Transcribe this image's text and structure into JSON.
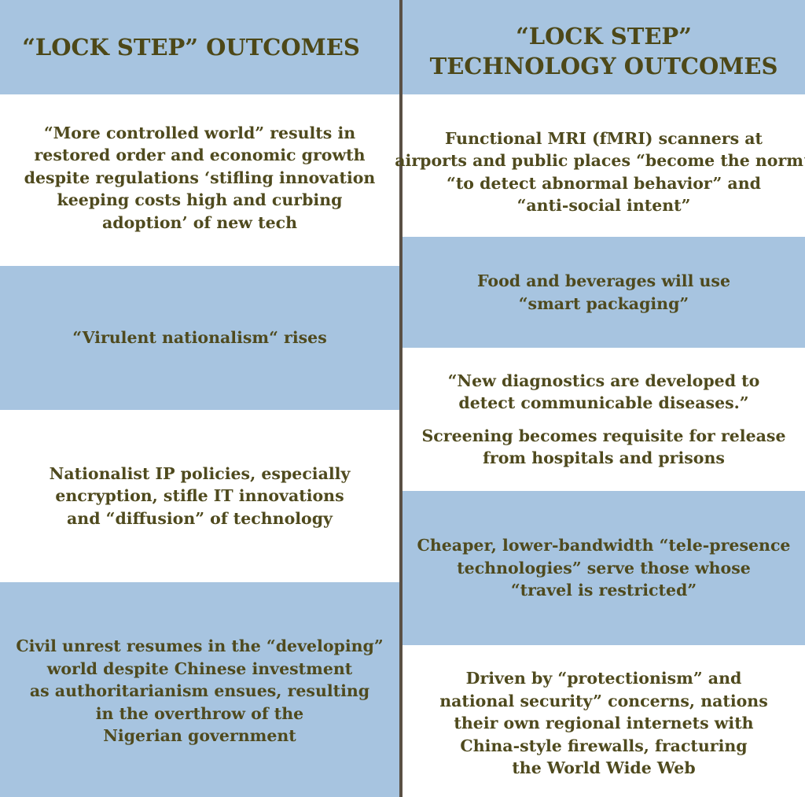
{
  "left": {
    "header": [
      "“LOCK STEP” OUTCOMES"
    ],
    "cells": [
      {
        "lines": [
          "“More controlled world” results in",
          "restored order and economic growth",
          "despite regulations ‘stifling innovation",
          "keeping costs high and curbing",
          "adoption’ of new tech"
        ]
      },
      {
        "lines": [
          "“Virulent nationalism“ rises"
        ]
      },
      {
        "lines": [
          "Nationalist IP policies, especially",
          "encryption, stifle IT innovations",
          "and “diffusion” of technology"
        ]
      },
      {
        "lines": [
          "Civil unrest resumes in the “developing”",
          "world despite Chinese investment",
          "as authoritarianism ensues, resulting",
          "in the overthrow of the",
          "Nigerian government"
        ]
      }
    ]
  },
  "right": {
    "header": [
      "“LOCK STEP”",
      "TECHNOLOGY OUTCOMES"
    ],
    "cells": [
      {
        "lines": [
          "Functional MRI (fMRI) scanners at",
          "airports and public places “become the norm”",
          "“to detect abnormal behavior” and",
          "“anti-social intent”"
        ]
      },
      {
        "lines": [
          "Food and beverages will use",
          "“smart packaging”"
        ]
      },
      {
        "lines": [
          "“New diagnostics are developed to",
          "detect communicable diseases.”"
        ],
        "lines2": [
          "Screening becomes requisite for release",
          "from hospitals and prisons"
        ]
      },
      {
        "lines": [
          "Cheaper, lower-bandwidth “tele-presence",
          "technologies” serve those whose",
          "“travel is restricted”"
        ]
      },
      {
        "lines": [
          "Driven by “protectionism” and",
          "national security” concerns, nations",
          "their own regional internets with",
          "China-style firewalls, fracturing",
          "the World Wide Web"
        ]
      }
    ]
  }
}
